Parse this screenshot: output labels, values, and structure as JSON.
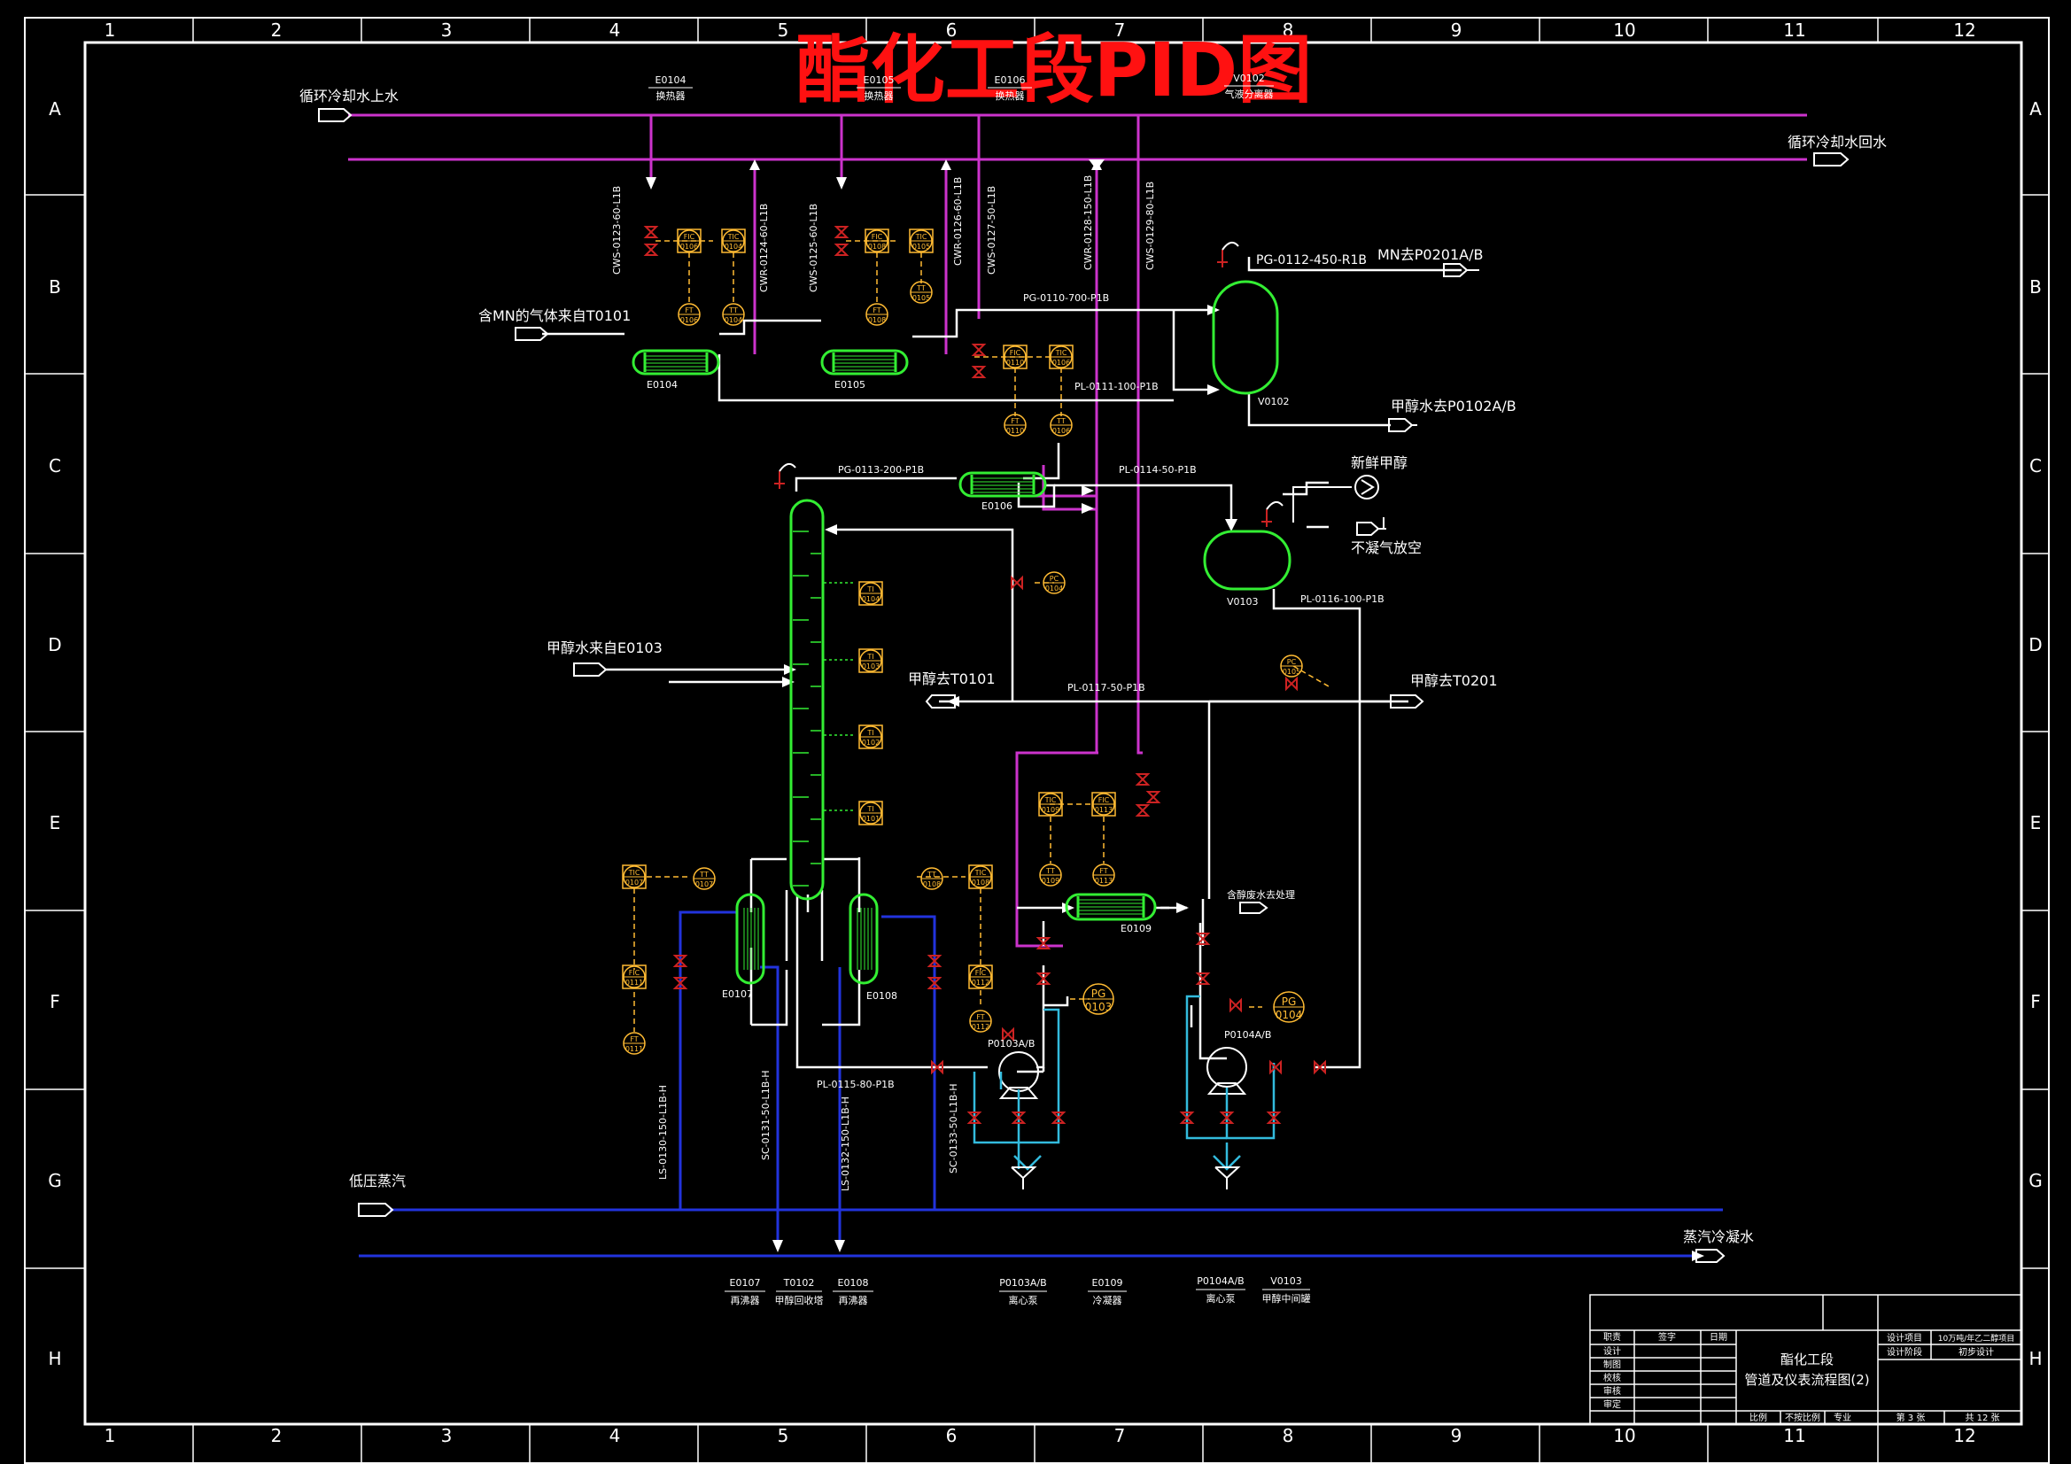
{
  "title": "酯化工段PID图",
  "colors": {
    "bg": "#000000",
    "frame": "#ffffff",
    "water": "#cc33cc",
    "steam": "#2233dd",
    "process": "#ffffff",
    "equip": "#33ee33",
    "inst": "#ffbb33",
    "valve": "#cc2222",
    "cyan": "#33bbdd",
    "title": "#ff1111"
  },
  "grid": {
    "cols": [
      "1",
      "2",
      "3",
      "4",
      "5",
      "6",
      "7",
      "8",
      "9",
      "10",
      "11",
      "12"
    ],
    "rows": [
      "A",
      "B",
      "C",
      "D",
      "E",
      "F",
      "G",
      "H"
    ]
  },
  "streams": {
    "cw_supply": "循环冷却水上水",
    "cw_return": "循环冷却水回水",
    "gas_in": "含MN的气体来自T0101",
    "mn_out": "MN去P0201A/B",
    "meoh_water_out": "甲醇水去P0102A/B",
    "fresh_meoh": "新鲜甲醇",
    "vent": "不凝气放空",
    "meoh_water_in": "甲醇水来自E0103",
    "meoh_to_t0101": "甲醇去T0101",
    "meoh_to_t0201": "甲醇去T0201",
    "wastewater": "含醇废水去处理",
    "lp_steam": "低压蒸汽",
    "condensate": "蒸汽冷凝水"
  },
  "line_numbers": [
    {
      "id": "ln1",
      "text": "CWS-0123-60-L1B"
    },
    {
      "id": "ln2",
      "text": "CWR-0124-60-L1B"
    },
    {
      "id": "ln3",
      "text": "CWS-0125-60-L1B"
    },
    {
      "id": "ln4",
      "text": "CWR-0126-60-L1B"
    },
    {
      "id": "ln5",
      "text": "CWS-0127-50-L1B"
    },
    {
      "id": "ln6",
      "text": "CWR-0128-150-L1B"
    },
    {
      "id": "ln7",
      "text": "CWS-0129-80-L1B"
    },
    {
      "id": "ln8",
      "text": "PG-0112-450-R1B"
    },
    {
      "id": "ln9",
      "text": "PG-0110-700-P1B"
    },
    {
      "id": "ln10",
      "text": "PL-0111-100-P1B"
    },
    {
      "id": "ln11",
      "text": "PG-0113-200-P1B"
    },
    {
      "id": "ln12",
      "text": "PL-0114-50-P1B"
    },
    {
      "id": "ln13",
      "text": "PL-0116-100-P1B"
    },
    {
      "id": "ln14",
      "text": "PL-0117-50-P1B"
    },
    {
      "id": "ln15",
      "text": "PL-0115-80-P1B"
    },
    {
      "id": "ln16",
      "text": "LS-0130-150-L1B-H"
    },
    {
      "id": "ln17",
      "text": "SC-0131-50-L1B-H"
    },
    {
      "id": "ln18",
      "text": "LS-0132-150-L1B-H"
    },
    {
      "id": "ln19",
      "text": "SC-0133-50-L1B-H"
    }
  ],
  "equipment_tags": {
    "E0104": "E0104",
    "E0105": "E0105",
    "V0102": "V0102",
    "E0106": "E0106",
    "V0103": "V0103",
    "E0107": "E0107",
    "E0108": "E0108",
    "E0109": "E0109",
    "P0103": "P0103A/B",
    "P0104": "P0104A/B"
  },
  "instruments": [
    {
      "id": "i1",
      "l1": "FIC",
      "l2": "0106"
    },
    {
      "id": "i2",
      "l1": "TIC",
      "l2": "0104"
    },
    {
      "id": "i3",
      "l1": "FT",
      "l2": "0106"
    },
    {
      "id": "i4",
      "l1": "TT",
      "l2": "0104"
    },
    {
      "id": "i5",
      "l1": "FIC",
      "l2": "0108"
    },
    {
      "id": "i6",
      "l1": "TIC",
      "l2": "0105"
    },
    {
      "id": "i7",
      "l1": "FT",
      "l2": "0108"
    },
    {
      "id": "i8",
      "l1": "TT",
      "l2": "0105"
    },
    {
      "id": "i9",
      "l1": "FIC",
      "l2": "0110"
    },
    {
      "id": "i10",
      "l1": "TIC",
      "l2": "0106"
    },
    {
      "id": "i11",
      "l1": "FT",
      "l2": "0110"
    },
    {
      "id": "i12",
      "l1": "TT",
      "l2": "0106"
    },
    {
      "id": "i13",
      "l1": "PC",
      "l2": "0104"
    },
    {
      "id": "i14",
      "l1": "TI",
      "l2": "0104"
    },
    {
      "id": "i15",
      "l1": "TI",
      "l2": "0103"
    },
    {
      "id": "i16",
      "l1": "TI",
      "l2": "0102"
    },
    {
      "id": "i17",
      "l1": "TI",
      "l2": "0101"
    },
    {
      "id": "i18",
      "l1": "PC",
      "l2": "0105"
    },
    {
      "id": "i19",
      "l1": "TIC",
      "l2": "0107"
    },
    {
      "id": "i20",
      "l1": "TT",
      "l2": "0107"
    },
    {
      "id": "i21",
      "l1": "FIC",
      "l2": "0111"
    },
    {
      "id": "i22",
      "l1": "FT",
      "l2": "0111"
    },
    {
      "id": "i23",
      "l1": "TT",
      "l2": "0108"
    },
    {
      "id": "i24",
      "l1": "TIC",
      "l2": "0108"
    },
    {
      "id": "i25",
      "l1": "FIC",
      "l2": "0112"
    },
    {
      "id": "i26",
      "l1": "FT",
      "l2": "0112"
    },
    {
      "id": "i27",
      "l1": "TIC",
      "l2": "0109"
    },
    {
      "id": "i28",
      "l1": "FIC",
      "l2": "0113"
    },
    {
      "id": "i29",
      "l1": "TT",
      "l2": "0109"
    },
    {
      "id": "i30",
      "l1": "FT",
      "l2": "0113"
    },
    {
      "id": "i31",
      "l1": "PG",
      "l2": "0103"
    },
    {
      "id": "i32",
      "l1": "PG",
      "l2": "0104"
    }
  ],
  "legend_top": [
    {
      "tag": "E0104",
      "desc": "换热器"
    },
    {
      "tag": "E0105",
      "desc": "换热器"
    },
    {
      "tag": "E0106",
      "desc": "换热器"
    },
    {
      "tag": "V0102",
      "desc": "气液分离器"
    }
  ],
  "legend_bottom": [
    {
      "tag": "E0107",
      "desc": "再沸器"
    },
    {
      "tag": "T0102",
      "desc": "甲醇回收塔"
    },
    {
      "tag": "E0108",
      "desc": "再沸器"
    },
    {
      "tag": "P0103A/B",
      "desc": "离心泵"
    },
    {
      "tag": "E0109",
      "desc": "冷凝器"
    },
    {
      "tag": "P0104A/B",
      "desc": "离心泵"
    },
    {
      "tag": "V0103",
      "desc": "甲醇中间罐"
    }
  ],
  "title_block": {
    "h_role": "职责",
    "h_sign": "签字",
    "h_date": "日期",
    "roles": [
      "设计",
      "制图",
      "校核",
      "审核",
      "审定"
    ],
    "project_label": "设计项目",
    "project_value": "10万吨/年乙二醇项目",
    "stage_label": "设计阶段",
    "stage_value": "初步设计",
    "name1": "酯化工段",
    "name2": "管道及仪表流程图(2)",
    "scale": "比例",
    "scale_value": "不按比例",
    "major": "专业",
    "sheet": "第 3 张",
    "total": "共 12 张"
  }
}
